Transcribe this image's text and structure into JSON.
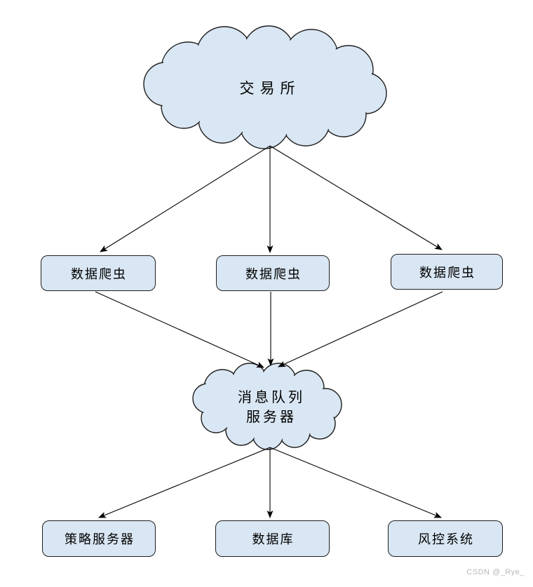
{
  "diagram": {
    "exchange_cloud": {
      "label": "交易所"
    },
    "mq_cloud": {
      "label_line1": "消息队列",
      "label_line2": "服务器"
    },
    "crawler_nodes": [
      "数据爬虫",
      "数据爬虫",
      "数据爬虫"
    ],
    "bottom_nodes": [
      "策略服务器",
      "数据库",
      "风控系统"
    ],
    "edges": [
      {
        "from": "exchange-cloud",
        "to": "crawler-1"
      },
      {
        "from": "exchange-cloud",
        "to": "crawler-2"
      },
      {
        "from": "exchange-cloud",
        "to": "crawler-3"
      },
      {
        "from": "crawler-1",
        "to": "mq-cloud"
      },
      {
        "from": "crawler-2",
        "to": "mq-cloud"
      },
      {
        "from": "crawler-3",
        "to": "mq-cloud"
      },
      {
        "from": "mq-cloud",
        "to": "strategy-server"
      },
      {
        "from": "mq-cloud",
        "to": "database"
      },
      {
        "from": "mq-cloud",
        "to": "risk-control-system"
      }
    ],
    "colors": {
      "node_fill": "#d9e6f3",
      "node_border": "#1f1f1f",
      "arrow": "#000000",
      "background": "#ffffff",
      "watermark_text": "#b9b9b9"
    }
  },
  "watermark": "CSDN @_Rye_"
}
